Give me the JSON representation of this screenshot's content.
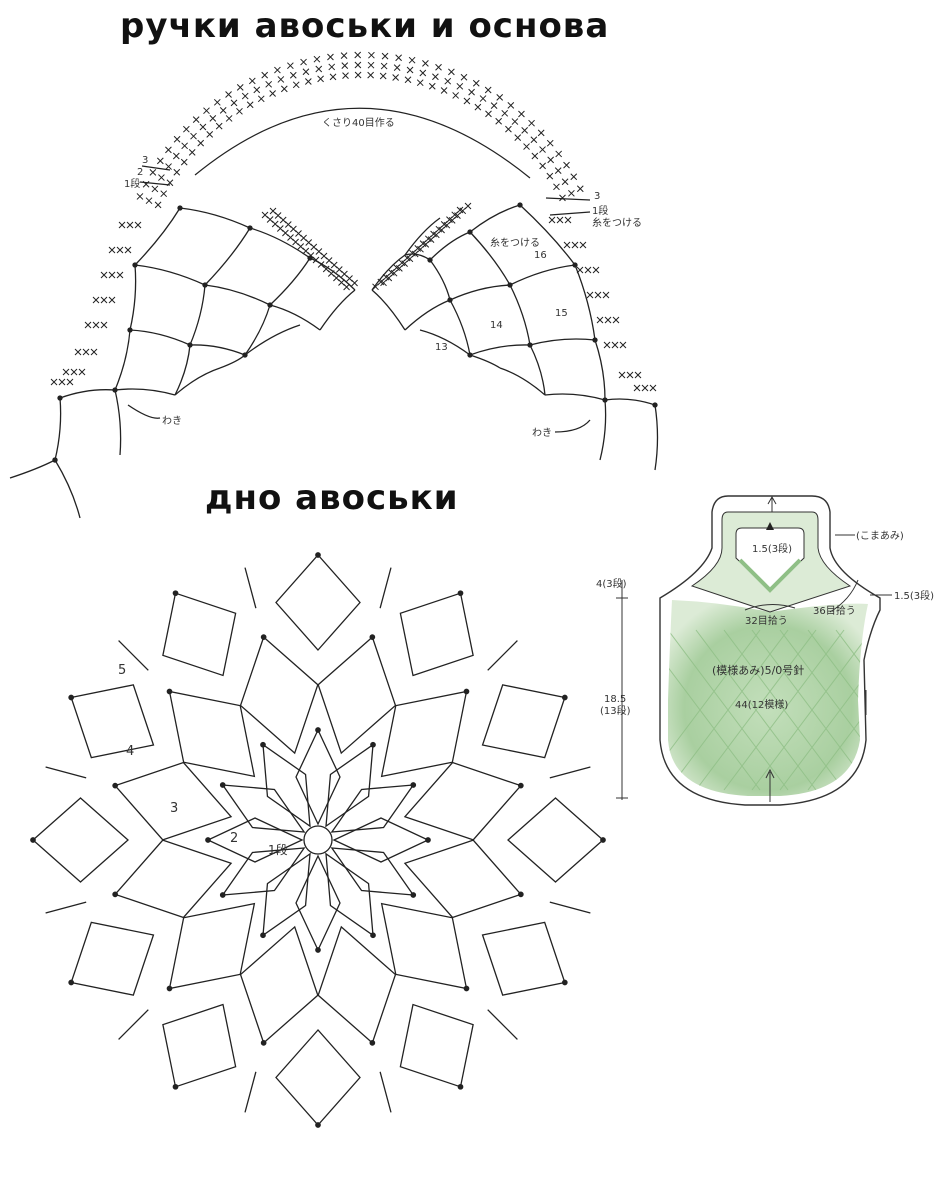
{
  "titles": {
    "top": "ручки авоськи и основа",
    "bottom": "дно авоськи"
  },
  "handle_chart": {
    "chain_note": "くさり40目作る",
    "left_rows": [
      "3",
      "2",
      "1段"
    ],
    "right_rows": [
      "3",
      "1段",
      "糸をつける"
    ],
    "attach_note": "糸をつける",
    "row_numbers": [
      "13",
      "14",
      "15",
      "16"
    ],
    "side_label": "わき"
  },
  "base_chart": {
    "round_numbers": [
      "5",
      "4",
      "3",
      "2",
      "1段"
    ]
  },
  "bag_schematic": {
    "edging": "(こまあみ)",
    "inner_width": "1.5(3段)",
    "side_width": "1.5(3段)",
    "top_height": "4(3段)",
    "pick_32": "32目拾う",
    "pick_36": "36目拾う",
    "pattern": "(模様あみ)5/0号針",
    "width": "44(12模様)",
    "body_height": "18.5",
    "body_rows": "(13段)",
    "colors": {
      "fill": "#a9cfa0",
      "fill_light": "#dcebd6",
      "line": "#333333"
    }
  }
}
